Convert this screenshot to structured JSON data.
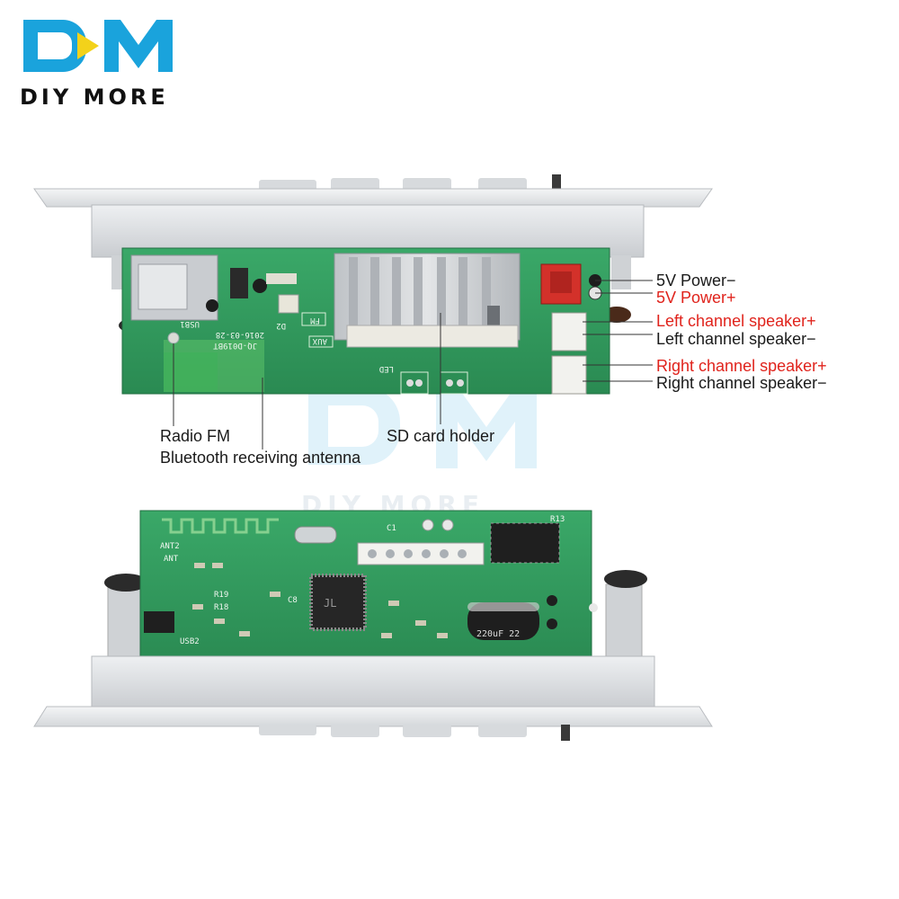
{
  "brand": {
    "logo_letters": "DM",
    "name": "DIY MORE",
    "watermark_name": "DIY MORE",
    "color": "#1aa3dc"
  },
  "callouts": {
    "power_minus": "5V Power−",
    "power_plus": "5V Power+",
    "left_plus": "Left channel speaker+",
    "left_minus": "Left channel speaker−",
    "right_plus": "Right channel speaker+",
    "right_minus": "Right channel speaker−",
    "radio_fm": "Radio FM",
    "bt_antenna": "Bluetooth receiving antenna",
    "sd_holder": "SD card holder"
  },
  "colors": {
    "accent_red": "#e0231c",
    "pcb_green": "#2f9a5a",
    "panel_gray": "#d9dcdf"
  },
  "pcb_top_silk": {
    "date": "2016-03-28",
    "model": "JQ-D019BT",
    "usb": "USB1",
    "d2": "D2",
    "fm": "FM",
    "aux": "AUX",
    "led": "LED"
  },
  "pcb_bottom_silk": {
    "ant2": "ANT2",
    "ant": "ANT",
    "cap": "220uF 22",
    "r19": "R19",
    "r18": "R18",
    "c1": "C1",
    "r13": "R13",
    "c8": "C8",
    "usb2": "USB2"
  }
}
